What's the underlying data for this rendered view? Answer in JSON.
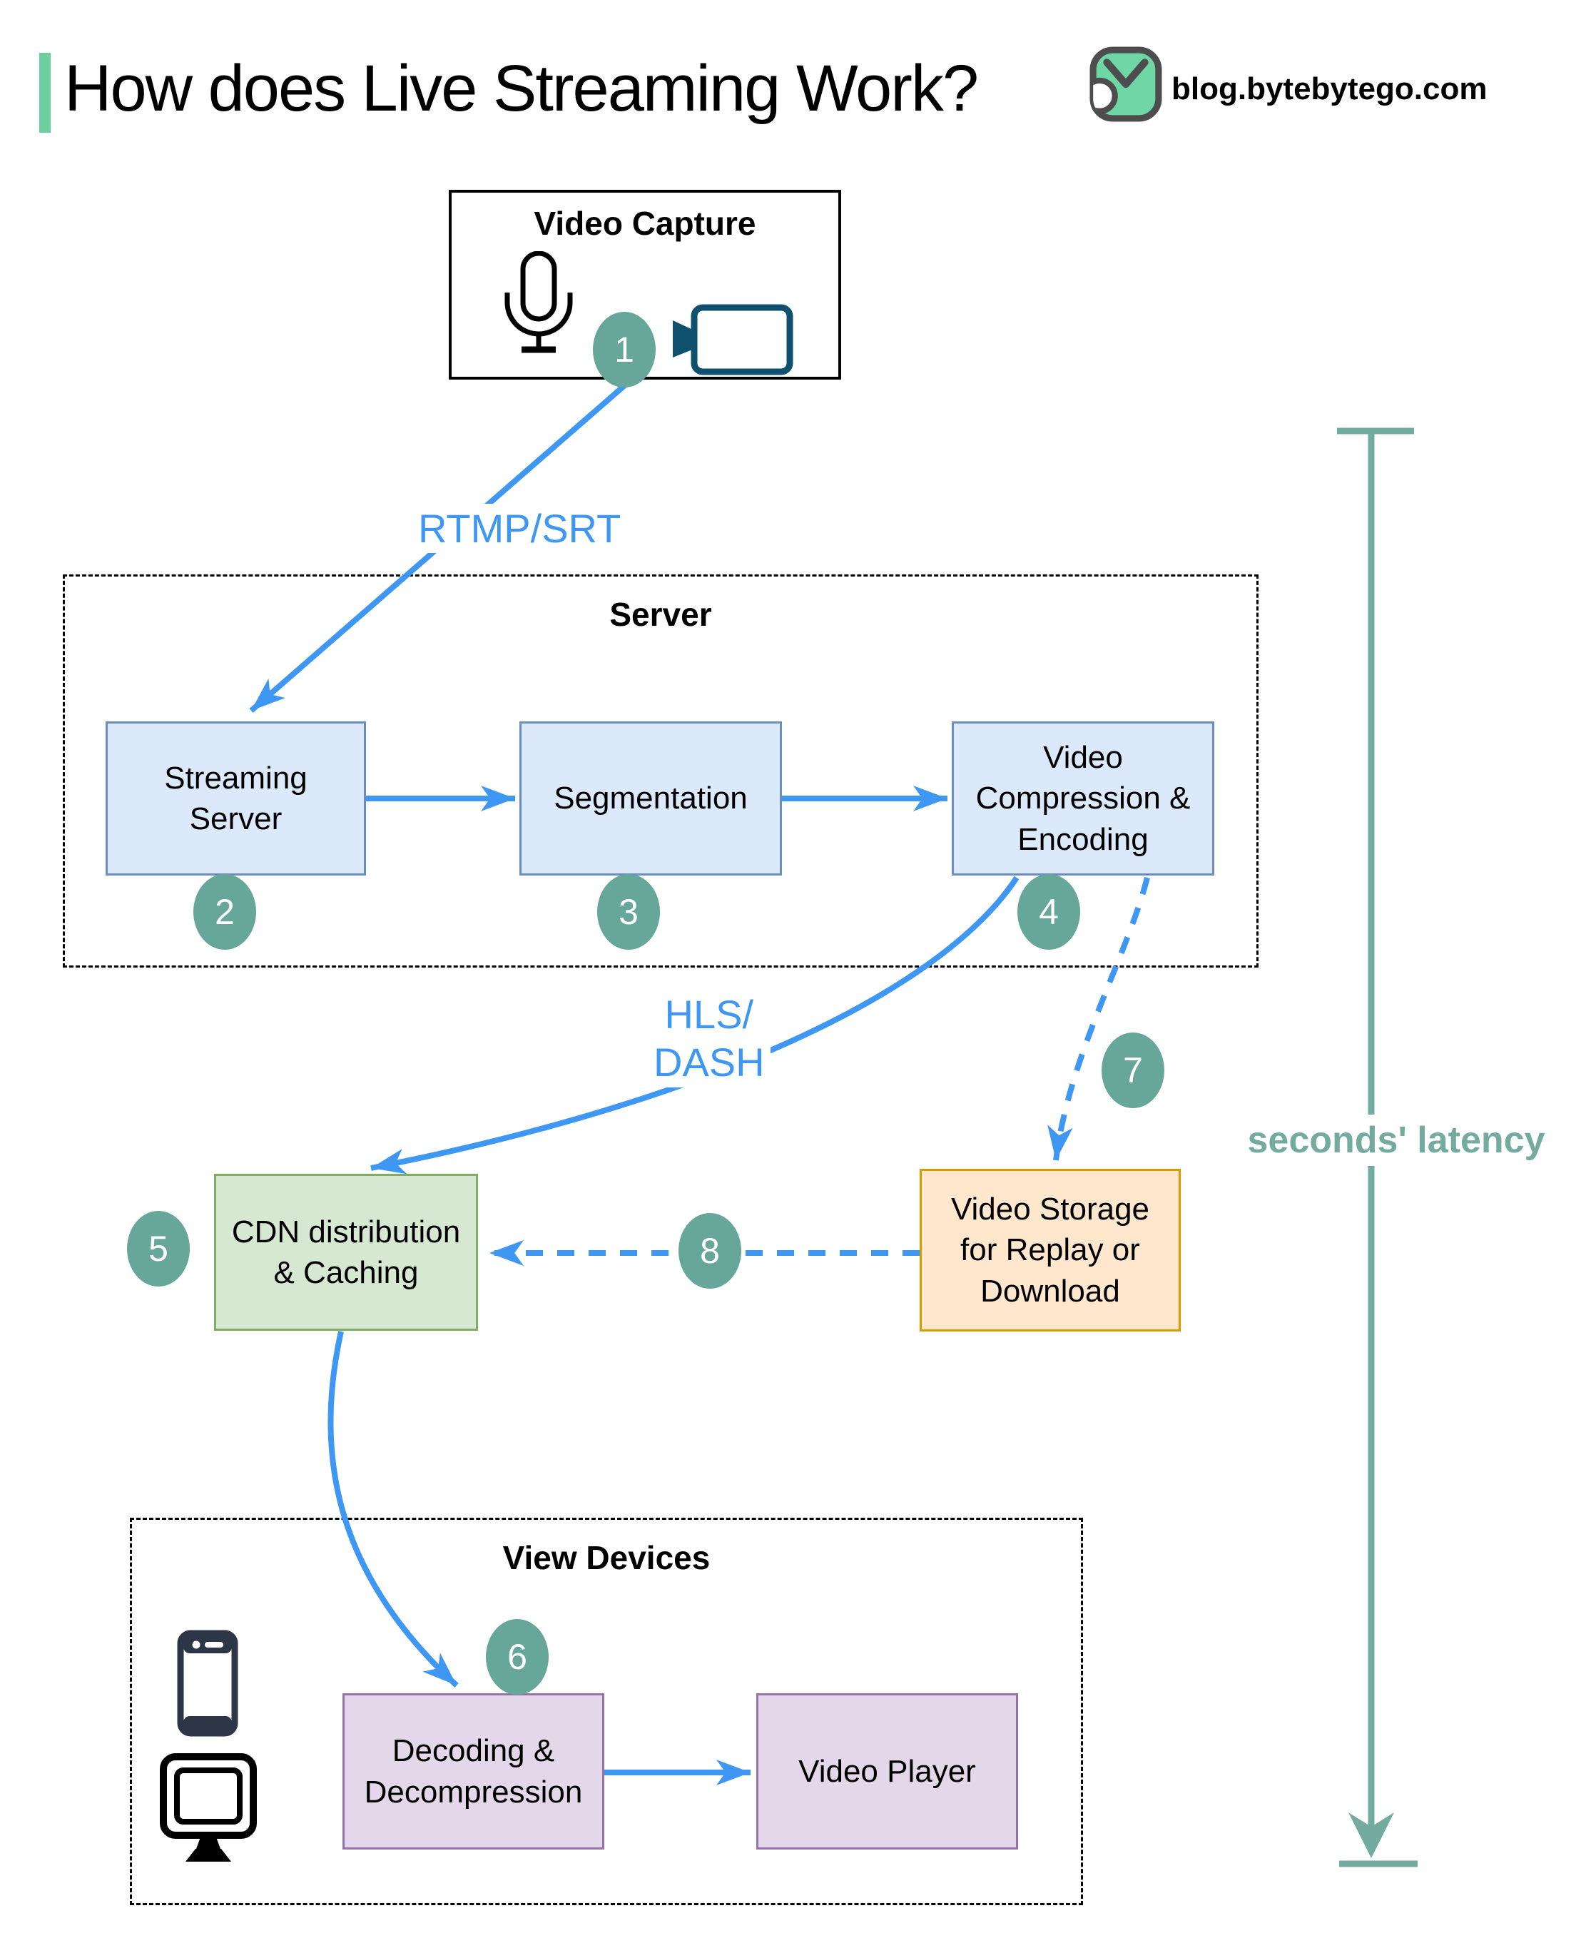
{
  "header": {
    "title": "How does Live Streaming Work?",
    "site": "blog.bytebytego.com"
  },
  "groups": {
    "server": "Server",
    "view_devices": "View Devices"
  },
  "nodes": {
    "video_capture": "Video Capture",
    "streaming_server": "Streaming Server",
    "segmentation": "Segmentation",
    "video_compression": "Video Compression & Encoding",
    "cdn": "CDN distribution & Caching",
    "video_storage": "Video Storage for Replay or Download",
    "decoding": "Decoding & Decompression",
    "video_player": "Video Player"
  },
  "edge_labels": {
    "ingest": "RTMP/SRT",
    "delivery_line1": "HLS/",
    "delivery_line2": "DASH"
  },
  "steps": [
    "1",
    "2",
    "3",
    "4",
    "5",
    "6",
    "7",
    "8"
  ],
  "annotations": {
    "latency": "seconds' latency"
  },
  "icons": {
    "microphone": "microphone-icon",
    "video_camera": "video-camera-icon",
    "smartphone": "smartphone-icon",
    "monitor": "monitor-icon",
    "logo": "bytebytego-logo"
  },
  "colors": {
    "arrow_blue": "#3e97f3",
    "step_teal": "#66a79a",
    "latency_teal": "#74ab9f",
    "accent_mint": "#6ccf9f",
    "box_blue_fill": "#dbe9fb",
    "box_blue_border": "#6c8ebf",
    "box_green_fill": "#d6e8d2",
    "box_green_border": "#7fae63",
    "box_orange_fill": "#ffe7cd",
    "box_orange_border": "#d79b00",
    "box_purple_fill": "#e3d7e9",
    "box_purple_border": "#9673a6",
    "camera_teal": "#0f506e"
  }
}
